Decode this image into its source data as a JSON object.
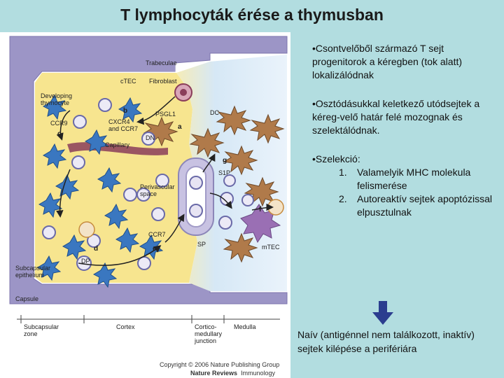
{
  "title": "T lymphocyták érése a thymusban",
  "bullets": {
    "b1": "•Csontvelőből származó T sejt progenitorok a kéregben (tok alatt) lokalizálódnak",
    "b2": "•Osztódásukkal keletkező utódsejtek a kéreg-velő határ felé mozognak és szelektálódnak.",
    "b3_heading": "•Szelekció:",
    "b3_items": [
      {
        "num": "1.",
        "text": "Valamelyik MHC molekula felismerése"
      },
      {
        "num": "2.",
        "text": "Autoreaktív sejtek apoptózissal elpusztulnak"
      }
    ]
  },
  "footer_text": "Naív (antigénnel nem találkozott, inaktív) sejtek kilépése a perifériára",
  "arrow_color": "#2b3d8f",
  "figure": {
    "labels": {
      "trabeculae": "Trabeculae",
      "ctec": "cTEC",
      "fibroblast": "Fibroblast",
      "developing_1": "Developing",
      "developing_2": "thymocyte",
      "ccr9": "CCR9",
      "cxcr4_1": "CXCR4",
      "cxcr4_2": "and CCR7",
      "psgl1": "PSGL1",
      "dc": "DC",
      "dn": "DN",
      "capillary": "Capillary",
      "s1p1": "S1P",
      "perivascular_1": "Perivascular",
      "perivascular_2": "space",
      "ccr7": "CCR7",
      "sp": "SP",
      "dp": "DP",
      "mtec": "mTEC",
      "subcapsular_1": "Subcapsular",
      "subcapsular_2": "epithelium",
      "capsule": "Capsule",
      "letter_a": "a",
      "letter_b": "b",
      "letter_c": "c",
      "letter_d": "d",
      "letter_e": "e",
      "letter_f": "f",
      "letter_g": "g"
    },
    "zones": {
      "z1a": "Subcapsular",
      "z1b": "zone",
      "z2": "Cortex",
      "z3a": "Cortico-",
      "z3b": "medullary",
      "z3c": "junction",
      "z4": "Medulla"
    },
    "copyright": "Copyright © 2006 Nature Publishing Group",
    "journal": "Nature Reviews",
    "journal_sub": "Immunology",
    "colors": {
      "capsule": "#9c95c6",
      "cortex": "#f7e58f",
      "medulla": "#dbeaf5",
      "epithelial": "#3a77c0",
      "dc": "#b07a4a",
      "ring": "#6a6aa8",
      "arrow": "#222222"
    }
  }
}
